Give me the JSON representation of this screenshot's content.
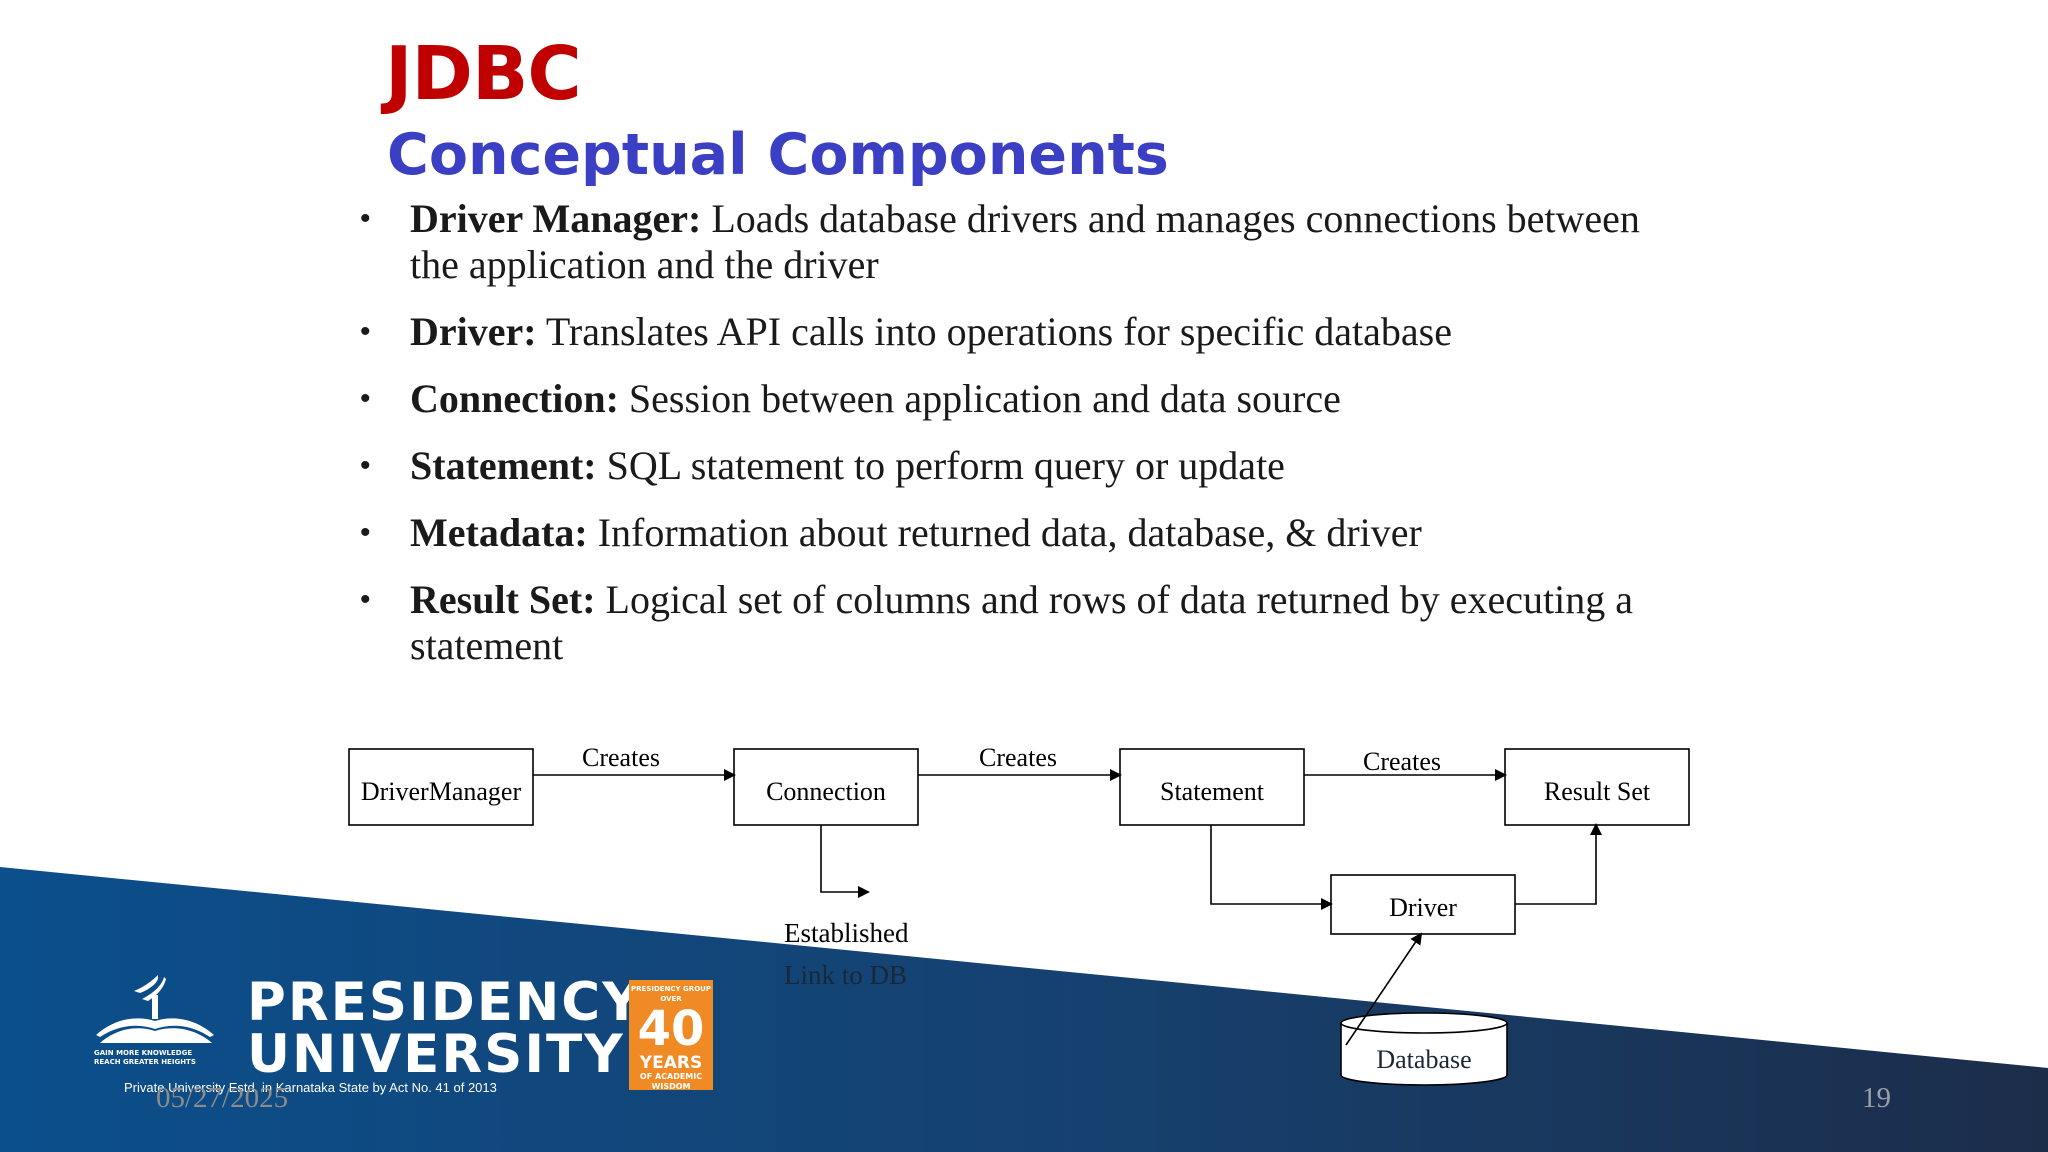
{
  "slide": {
    "title": "JDBC",
    "subtitle": "Conceptual Components",
    "bullets": [
      {
        "term": "Driver Manager:",
        "text": " Loads database drivers and manages connections between the application and the driver"
      },
      {
        "term": "Driver:",
        "text": " Translates API calls into operations for specific database"
      },
      {
        "term": "Connection:",
        "text": " Session between application and data source"
      },
      {
        "term": "Statement:",
        "text": " SQL statement to perform query or update"
      },
      {
        "term": "Metadata:",
        "text": " Information about returned data, database, & driver"
      },
      {
        "term": "Result Set:",
        "text": " Logical set of columns and rows of data returned by executing a statement"
      }
    ]
  },
  "diagram": {
    "nodes": {
      "driver_manager": "DriverManager",
      "connection": "Connection",
      "statement": "Statement",
      "result_set": "Result Set",
      "driver": "Driver",
      "database": "Database"
    },
    "edges": {
      "creates_1": "Creates",
      "creates_2": "Creates",
      "creates_3": "Creates",
      "established_1": "Established",
      "established_2": "Link to DB"
    }
  },
  "footer": {
    "date": "05/27/2025",
    "page": "19"
  },
  "logo": {
    "line1": "PRESIDENCY",
    "line2": "UNIVERSITY",
    "tagline": "GAIN MORE KNOWLEDGE REACH GREATER HEIGHTS",
    "estd": "Private University Estd. in Karnataka State by Act No. 41 of 2013",
    "badge_top": "PRESIDENCY GROUP",
    "badge_over": "OVER",
    "badge_number": "40",
    "badge_years": "YEARS",
    "badge_bottom_1": "OF ACADEMIC",
    "badge_bottom_2": "WISDOM"
  },
  "colors": {
    "title": "#c00000",
    "subtitle": "#3a3fc4",
    "band_left": "#0b4f8c",
    "band_right": "#1c2d4a",
    "badge": "#f08a24"
  }
}
